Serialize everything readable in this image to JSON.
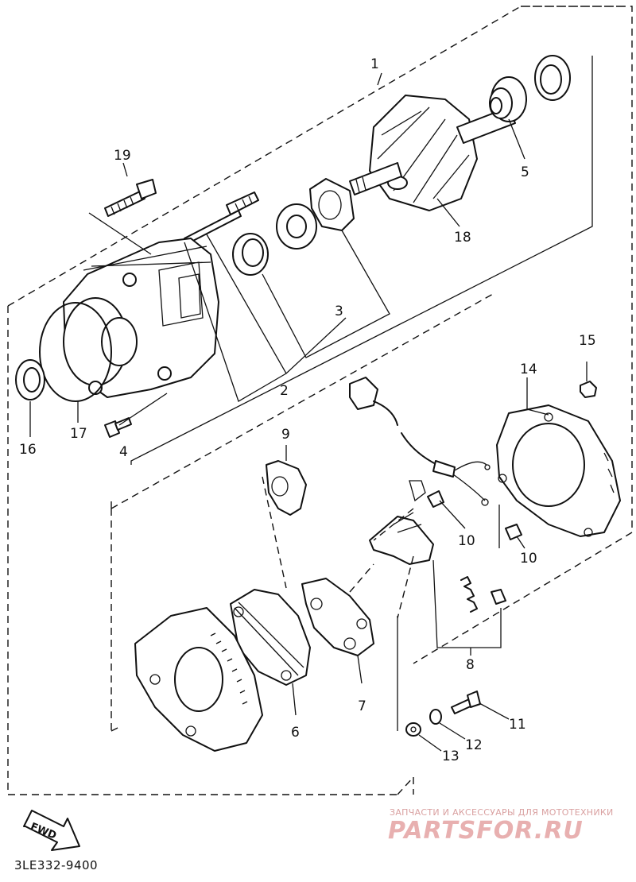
{
  "diagram": {
    "code": "3LE332-9400",
    "fwd_label": "FWD",
    "watermark_subtitle": "ЗАПЧАСТИ И АКСЕССУАРЫ ДЛЯ МОТОТЕХНИКИ",
    "watermark_brand": "PARTSFOR.RU",
    "callouts": [
      "1",
      "2",
      "3",
      "4",
      "5",
      "6",
      "7",
      "8",
      "9",
      "10",
      "10",
      "11",
      "12",
      "13",
      "14",
      "15",
      "16",
      "17",
      "18",
      "19"
    ]
  }
}
